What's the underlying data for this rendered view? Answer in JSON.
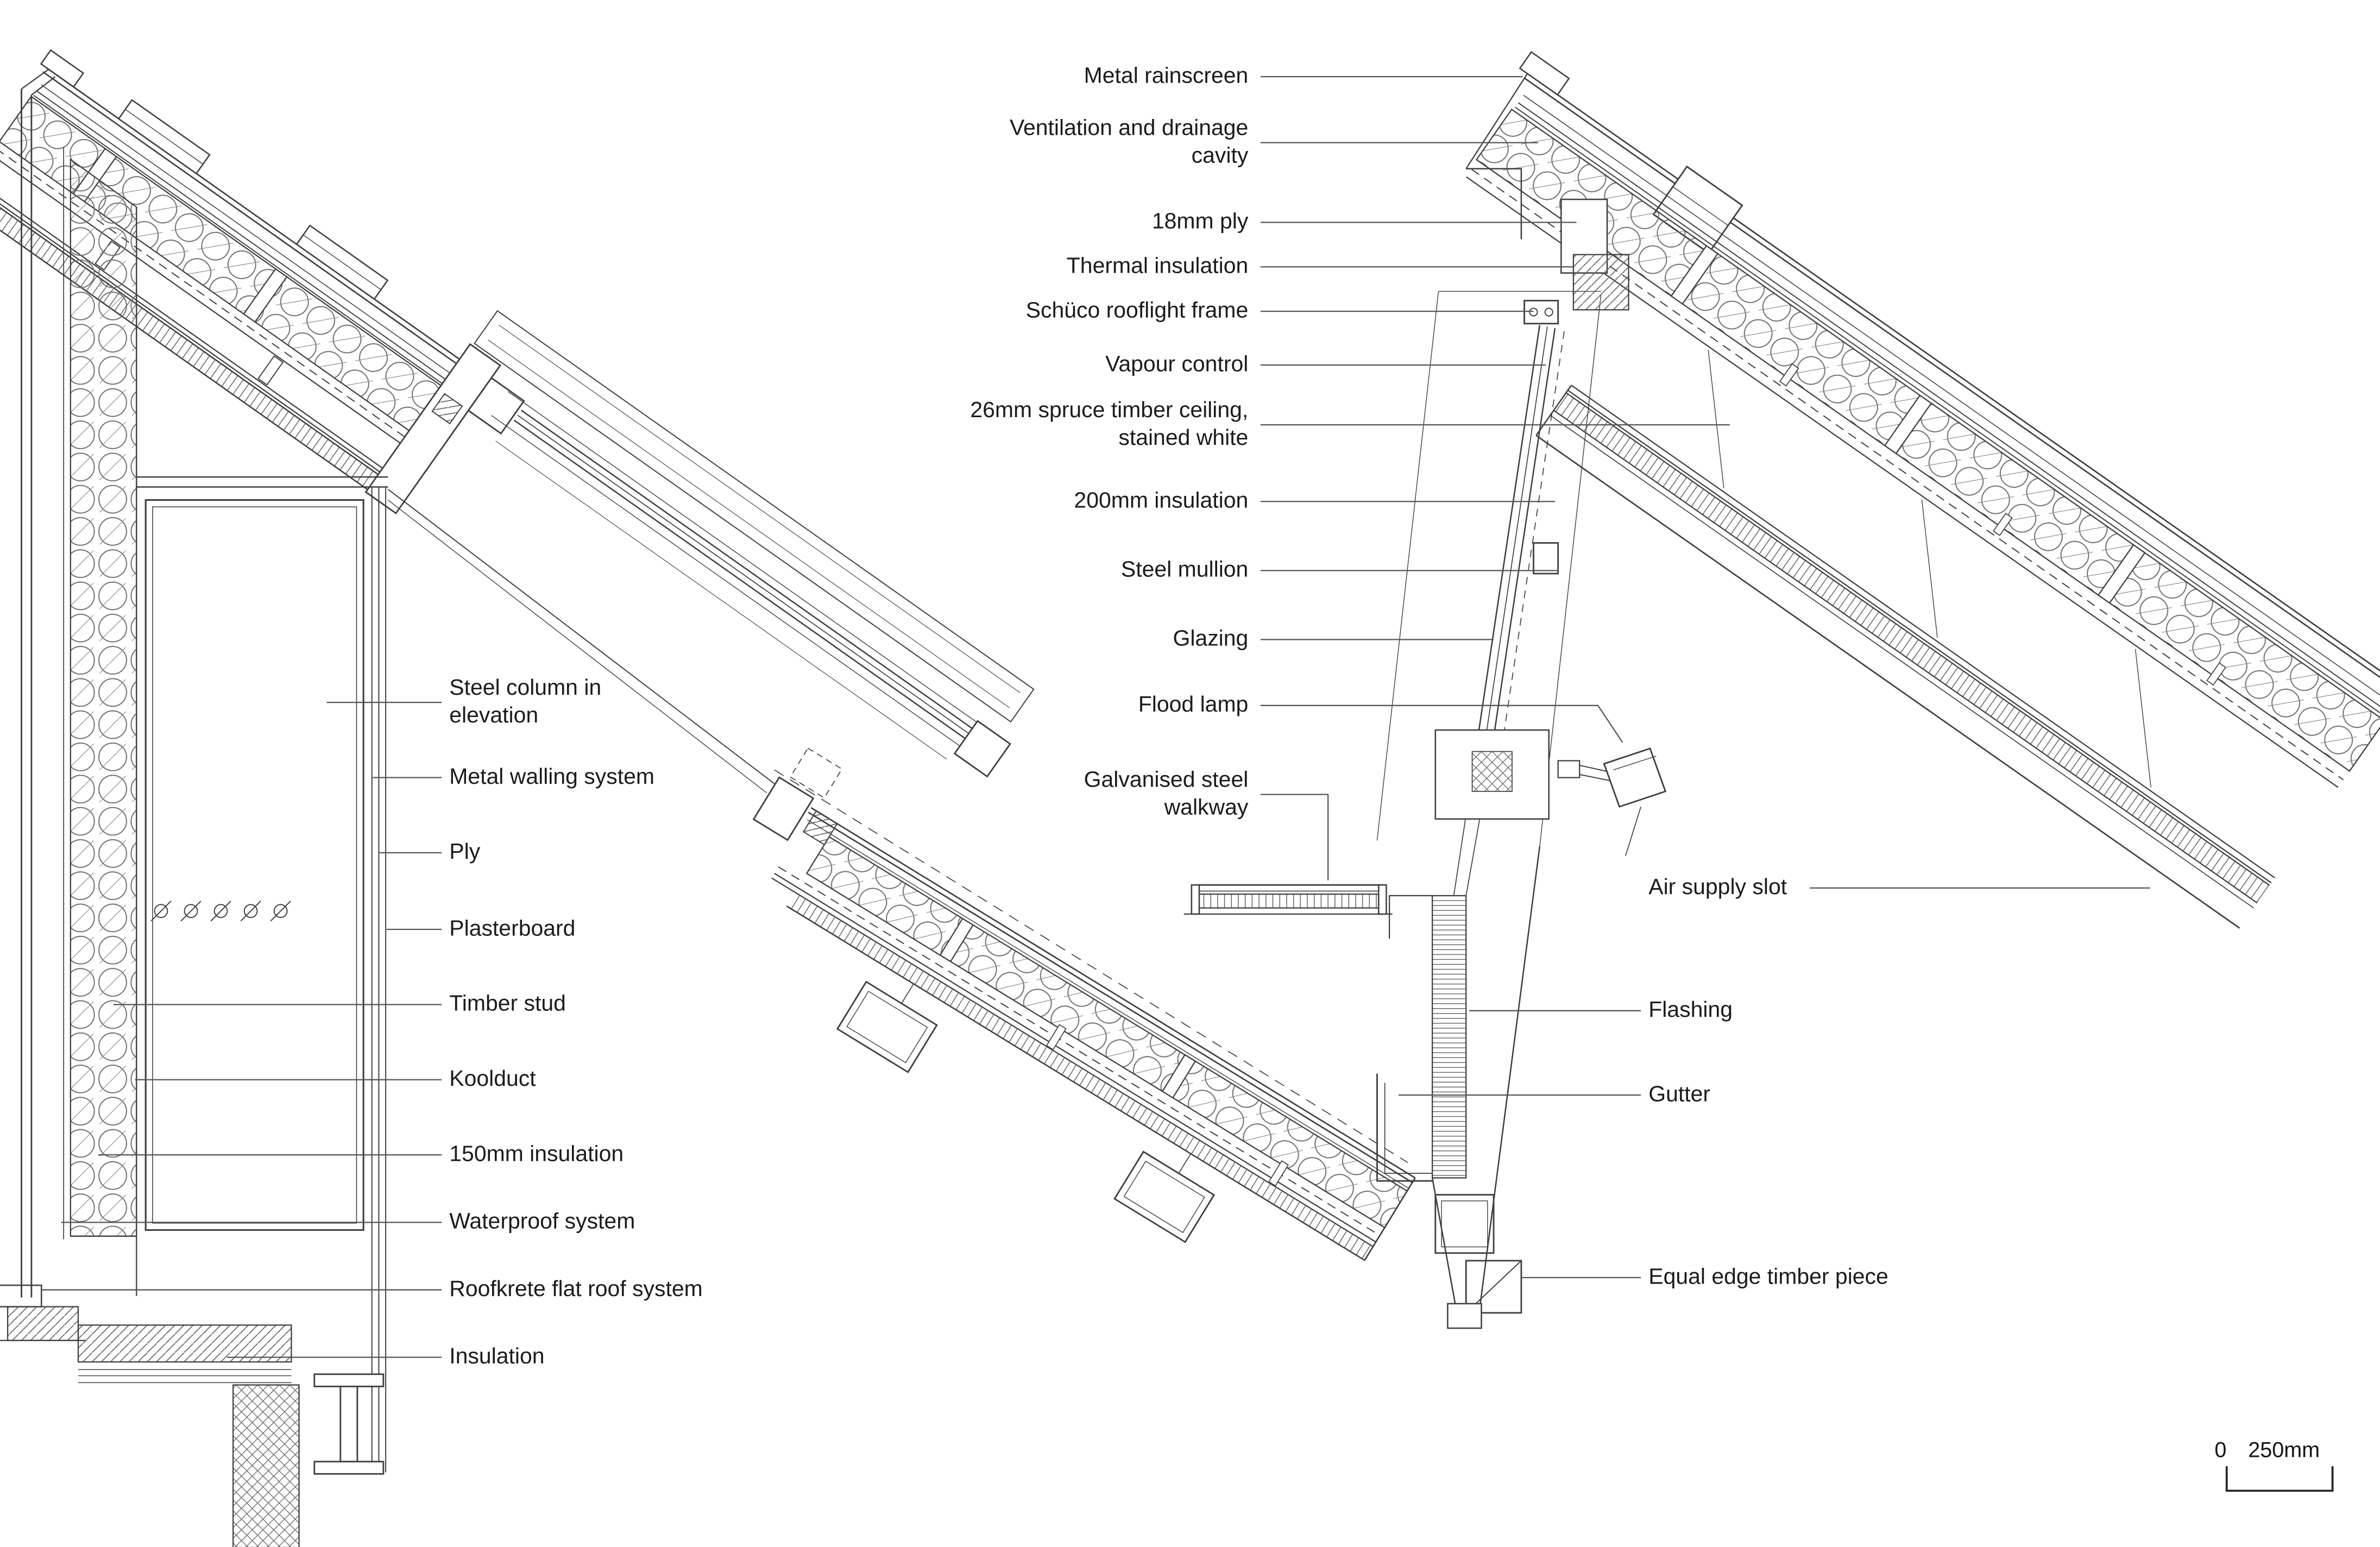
{
  "page": {
    "type": "architectural construction section detail",
    "background": "#ffffff",
    "line_color": "#3f3f3f",
    "text_color": "#1b1b1d"
  },
  "labels": {
    "metal_rainscreen": "Metal rainscreen",
    "ventilation_cavity": "Ventilation and drainage cavity",
    "ply_18mm": "18mm ply",
    "thermal_insulation": "Thermal insulation",
    "schuco_rooflight_frame": "Schüco rooflight frame",
    "vapour_control": "Vapour control",
    "spruce_ceiling": "26mm spruce timber ceiling, stained white",
    "insulation_200mm": "200mm insulation",
    "steel_mullion": "Steel mullion",
    "glazing": "Glazing",
    "flood_lamp": "Flood lamp",
    "galvanised_walkway": "Galvanised steel walkway",
    "steel_column": "Steel column in elevation",
    "metal_walling": "Metal walling system",
    "ply": "Ply",
    "plasterboard": "Plasterboard",
    "timber_stud": "Timber stud",
    "koolduct": "Koolduct",
    "insulation_150mm": "150mm insulation",
    "waterproof_system": "Waterproof system",
    "roofkrete": "Roofkrete flat roof system",
    "insulation": "Insulation",
    "air_supply_slot": "Air supply slot",
    "flashing": "Flashing",
    "gutter": "Gutter",
    "equal_edge_timber": "Equal edge timber piece"
  },
  "scale": {
    "zero": "0",
    "max": "250mm"
  }
}
